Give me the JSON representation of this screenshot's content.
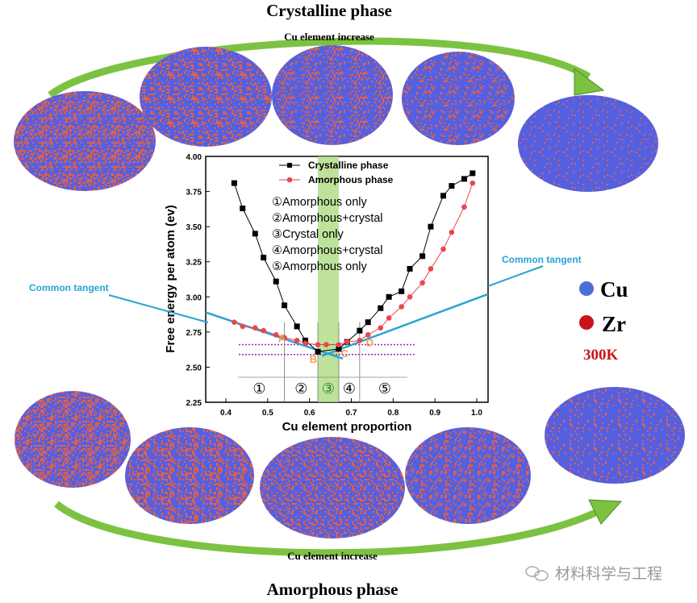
{
  "top_title": "Crystalline phase",
  "top_arrow_label": "Cu element increase",
  "bottom_title": "Amorphous phase",
  "bottom_arrow_label": "Cu element increase",
  "annotations": {
    "common_tangent_left": "Common tangent",
    "common_tangent_right": "Common tangent",
    "point_labels": [
      "A",
      "B",
      "C",
      "D"
    ],
    "regions": [
      "①",
      "②",
      "③",
      "④",
      "⑤"
    ],
    "region_legend": [
      "①Amorphous only",
      "②Amorphous+crystal",
      "③Crystal only",
      "④Amorphous+crystal",
      "⑤Amorphous only"
    ]
  },
  "element_legend": [
    {
      "label": "Cu",
      "color": "#4a6fd6"
    },
    {
      "label": "Zr",
      "color": "#c8141a"
    }
  ],
  "temperature": "300K",
  "watermark": "材料科学与工程",
  "colors": {
    "atom_blue": "#5560e0",
    "atom_red": "#e0604a",
    "arrow_green": "#7cc242",
    "tangent": "#29a3d6",
    "band": "#a8d878",
    "marker_label": "#f0a050"
  },
  "chart_data": {
    "type": "line",
    "xlabel": "Cu element proportion",
    "ylabel": "Free energy per atom (ev)",
    "xlim": [
      0.35,
      1.03
    ],
    "ylim": [
      2.25,
      4.0
    ],
    "xticks": [
      "0.4",
      "0.5",
      "0.6",
      "0.7",
      "0.8",
      "0.9",
      "1.0"
    ],
    "yticks": [
      "2.25",
      "2.50",
      "2.75",
      "3.00",
      "3.25",
      "3.50",
      "3.75",
      "4.00"
    ],
    "legend_position": "top-center",
    "series": [
      {
        "name": "Crystalline phase",
        "color": "#000000",
        "marker": "square",
        "x": [
          0.42,
          0.44,
          0.47,
          0.49,
          0.52,
          0.54,
          0.57,
          0.59,
          0.62,
          0.67,
          0.69,
          0.72,
          0.74,
          0.77,
          0.79,
          0.82,
          0.84,
          0.87,
          0.89,
          0.92,
          0.94,
          0.97,
          0.99
        ],
        "y": [
          3.81,
          3.63,
          3.45,
          3.28,
          3.11,
          2.94,
          2.79,
          2.69,
          2.61,
          2.63,
          2.68,
          2.76,
          2.82,
          2.92,
          3.0,
          3.04,
          3.2,
          3.29,
          3.5,
          3.72,
          3.79,
          3.84,
          3.88
        ]
      },
      {
        "name": "Amorphous phase",
        "color": "#e8474c",
        "marker": "circle",
        "x": [
          0.42,
          0.44,
          0.47,
          0.49,
          0.52,
          0.54,
          0.57,
          0.59,
          0.62,
          0.64,
          0.67,
          0.69,
          0.72,
          0.74,
          0.77,
          0.79,
          0.82,
          0.84,
          0.87,
          0.89,
          0.92,
          0.94,
          0.97,
          0.99
        ],
        "y": [
          2.82,
          2.79,
          2.78,
          2.76,
          2.73,
          2.71,
          2.69,
          2.67,
          2.66,
          2.66,
          2.66,
          2.68,
          2.69,
          2.73,
          2.78,
          2.85,
          2.93,
          3.0,
          3.1,
          3.2,
          3.34,
          3.46,
          3.64,
          3.81
        ]
      }
    ],
    "reference_lines_y": [
      2.66,
      2.59
    ],
    "region_boundaries_x": [
      0.54,
      0.62,
      0.67,
      0.72
    ],
    "crystal_band_x": [
      0.62,
      0.67
    ]
  }
}
